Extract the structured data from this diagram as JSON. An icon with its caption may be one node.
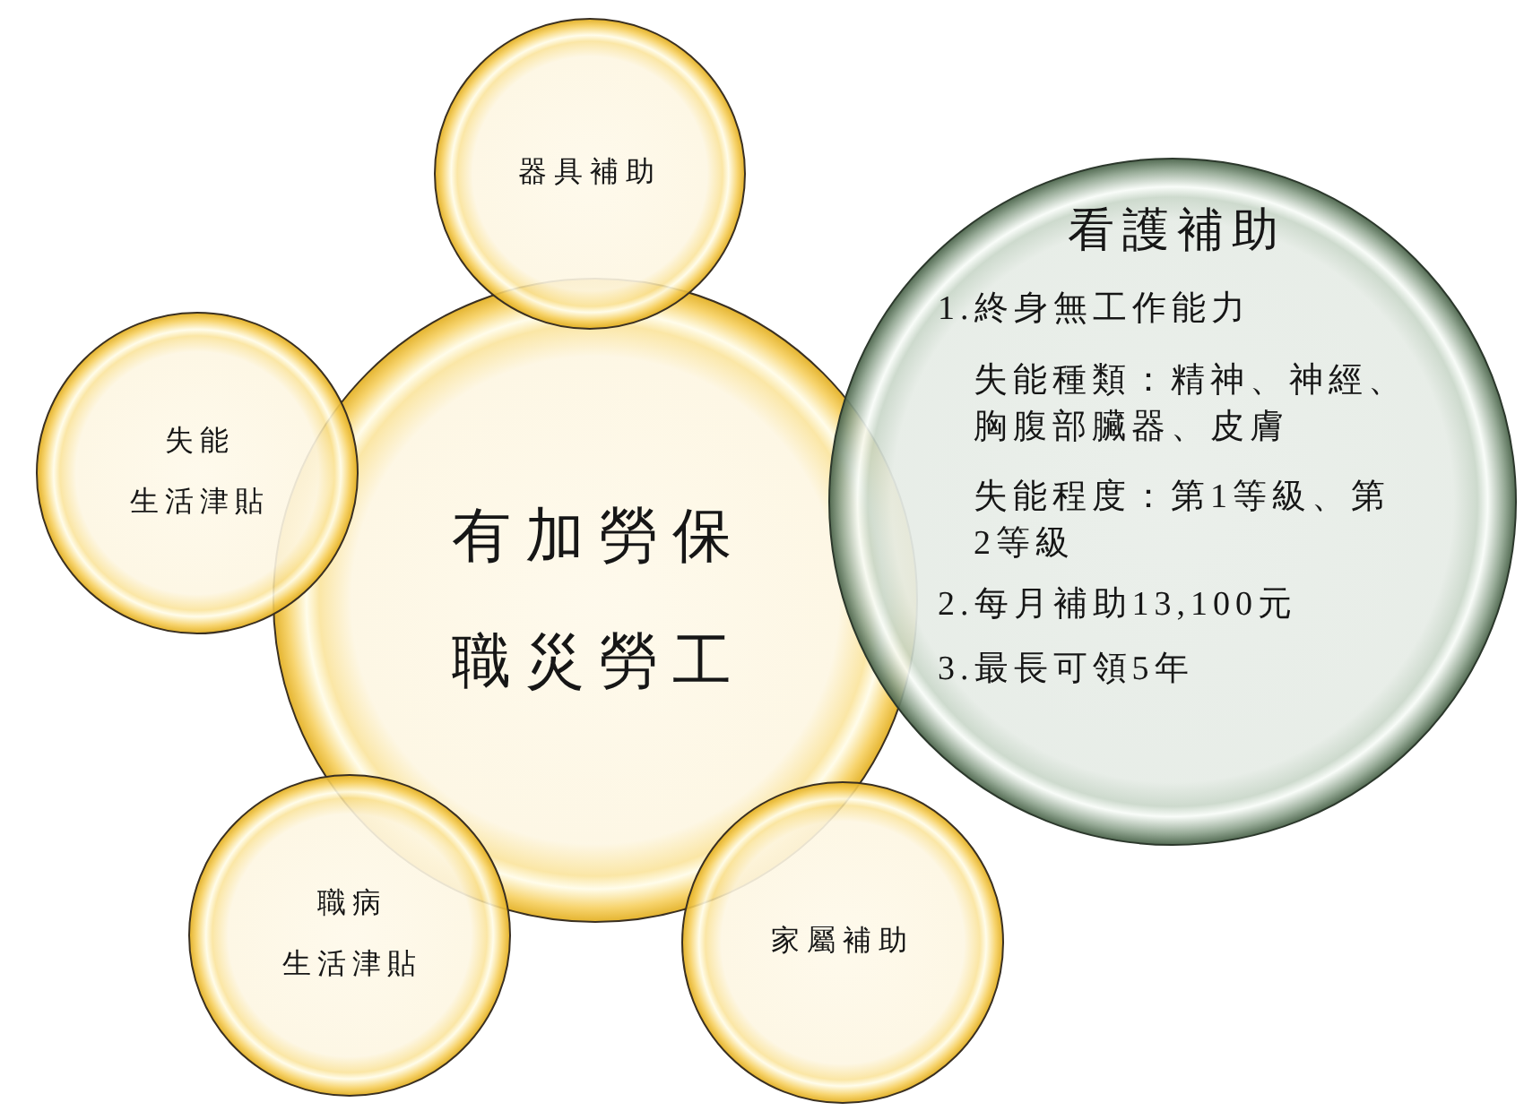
{
  "diagram": {
    "nodes": [
      {
        "text": [
          "器具補助"
        ]
      },
      {
        "text": [
          "看護補助",
          "1.終身無工作能力",
          "失能種類：精神、神經、胸腹部臟器、皮膚",
          "失能程度：第1等級、第2等級",
          "2.每月補助13,100元",
          "3.最長可領5年"
        ]
      },
      {
        "text": [
          "有加勞保職災勞工"
        ]
      },
      {
        "text": [
          "失能生活津貼"
        ]
      },
      {
        "text": [
          "職病生活津貼"
        ]
      },
      {
        "text": [
          "家屬補助"
        ]
      }
    ]
  }
}
